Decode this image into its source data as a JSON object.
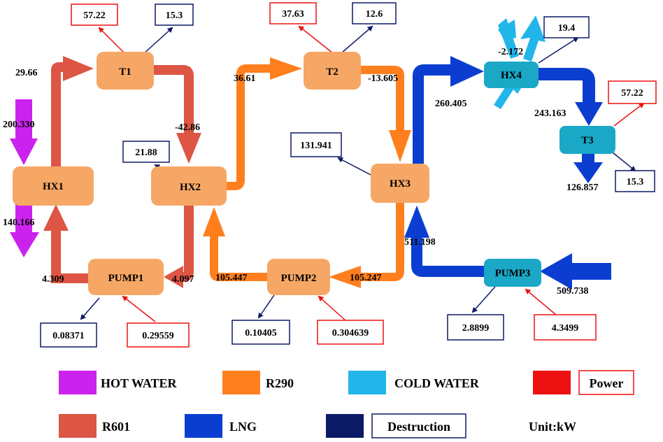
{
  "colors": {
    "hot_water": "#cc22ee",
    "r290": "#ff7f1f",
    "cold_water": "#22b5ea",
    "power": "#ee1111",
    "r601": "#dd5544",
    "lng": "#0b3ed0",
    "destruction": "#0c1a66",
    "node_orange": "#f6a765",
    "node_teal": "#1aa8c6"
  },
  "nodes": {
    "t1": "T1",
    "t2": "T2",
    "hx1": "HX1",
    "hx2": "HX2",
    "hx3": "HX3",
    "hx4": "HX4",
    "t3": "T3",
    "pump1": "PUMP1",
    "pump2": "PUMP2",
    "pump3": "PUMP3"
  },
  "boxes": {
    "t1_power": "57.22",
    "t1_destruction": "15.3",
    "t2_power": "37.63",
    "t2_destruction": "12.6",
    "hx4_destruction": "19.4",
    "t3_power": "57.22",
    "t3_destruction": "15.3",
    "hx2_destruction": "21.88",
    "hx3_destruction": "131.941",
    "pump1_destruction": "0.08371",
    "pump1_power": "0.29559",
    "pump2_destruction": "0.10405",
    "pump2_power": "0.304639",
    "pump3_destruction": "2.8899",
    "pump3_power": "4.3499"
  },
  "flows": {
    "r601_hx1_t1": "29.66",
    "hot_water_in": "200.330",
    "hot_water_out": "140.166",
    "r601_pump1_hx1": "4.309",
    "r601_hx2_pump1": "4.097",
    "r601_t1_hx2": "-42.86",
    "r290_hx2_t2": "36.61",
    "r290_t2_hx3": "-13.605",
    "r290_pump2_hx2": "105.447",
    "r290_hx3_pump2": "105.247",
    "lng_hx3_hx4": "260.405",
    "cold_water_out": "-2.172",
    "lng_hx4_t3": "243.163",
    "lng_t3_out": "126.857",
    "lng_pump3_hx3": "511.198",
    "lng_in": "509.738"
  },
  "legend": {
    "hot_water": "HOT WATER",
    "r290": "R290",
    "cold_water": "COLD WATER",
    "power": "Power",
    "r601": "R601",
    "lng": "LNG",
    "destruction": "Destruction",
    "unit": "Unit:kW"
  }
}
